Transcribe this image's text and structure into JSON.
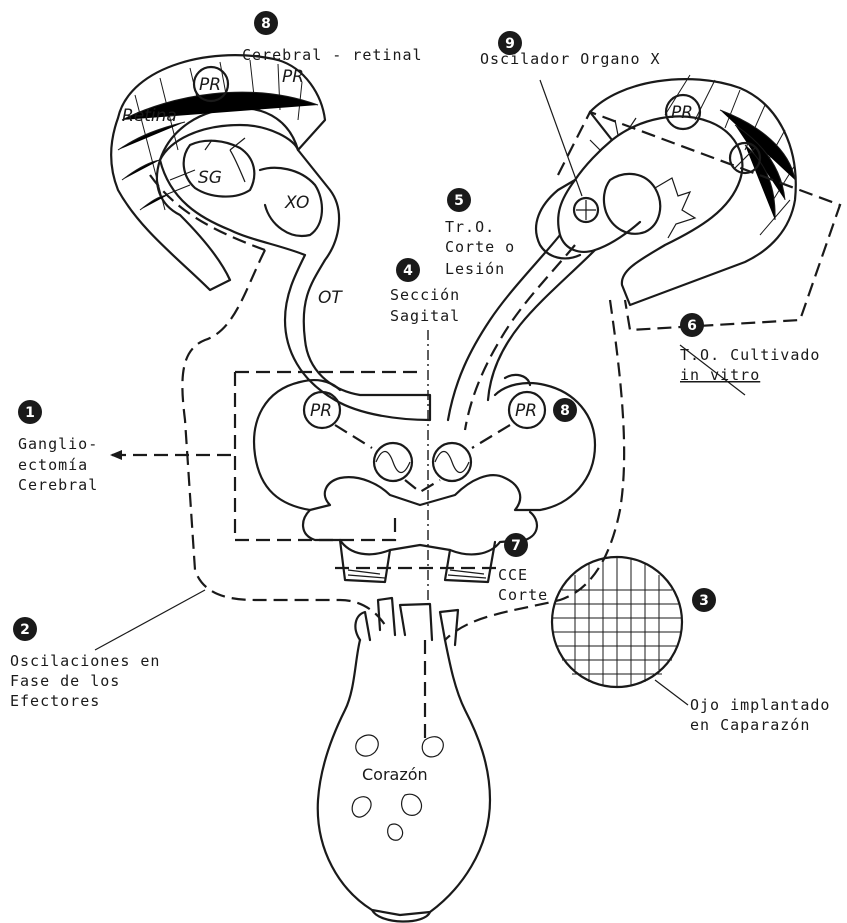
{
  "labels": {
    "n8_top": "8",
    "cerebral_retinal_line1": "Cerebral - retinal",
    "cerebral_retinal_line2": "PR",
    "n9": "9",
    "oscilador_organo_x": "Oscilador Organo X",
    "retina": "Retina",
    "pr": "PR",
    "sg": "SG",
    "xo": "XO",
    "ot": "OT",
    "n5": "5",
    "tr_o_line1": "Tr.O.",
    "tr_o_line2": "Corte o",
    "tr_o_line3": "Lesión",
    "n4": "4",
    "seccion_line1": "Sección",
    "seccion_line2": "Sagital",
    "n6": "6",
    "to_cultivado_line1": "T.O. Cultivado",
    "to_cultivado_line2": "in vitro",
    "n1": "1",
    "ganglio_line1": "Ganglio-",
    "ganglio_line2": "ectomía",
    "ganglio_line3": "Cerebral",
    "n8_right": "8",
    "n7": "7",
    "cce_line1": "CCE",
    "cce_line2": "Corte",
    "n2": "2",
    "oscilaciones_line1": "Oscilaciones en",
    "oscilaciones_line2": "Fase de los",
    "oscilaciones_line3": "Efectores",
    "n3": "3",
    "ojo_line1": "Ojo implantado",
    "ojo_line2": "en Caparazón",
    "corazon": "Corazón"
  },
  "colors": {
    "ink": "#1a1a1a",
    "paper": "#ffffff"
  }
}
